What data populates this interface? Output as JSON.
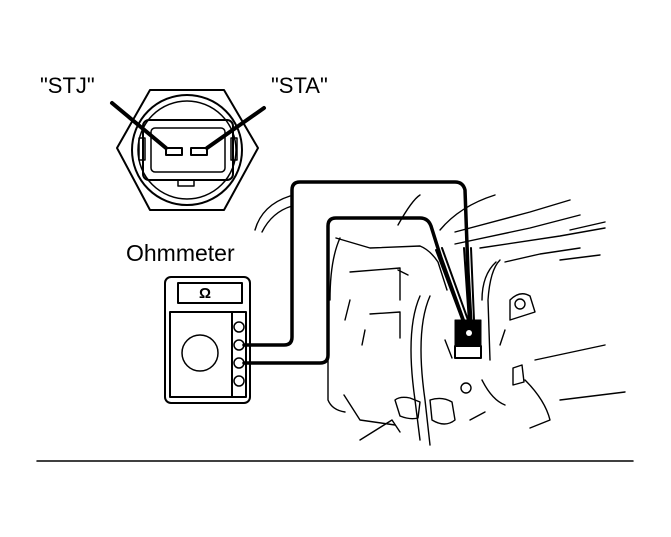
{
  "diagram": {
    "terminal_labels": {
      "stj": "\"STJ\"",
      "sta": "\"STA\""
    },
    "meter_label": "Ohmmeter",
    "meter_display_symbol": "Ω",
    "colors": {
      "ink": "#000000",
      "background": "#ffffff"
    }
  }
}
